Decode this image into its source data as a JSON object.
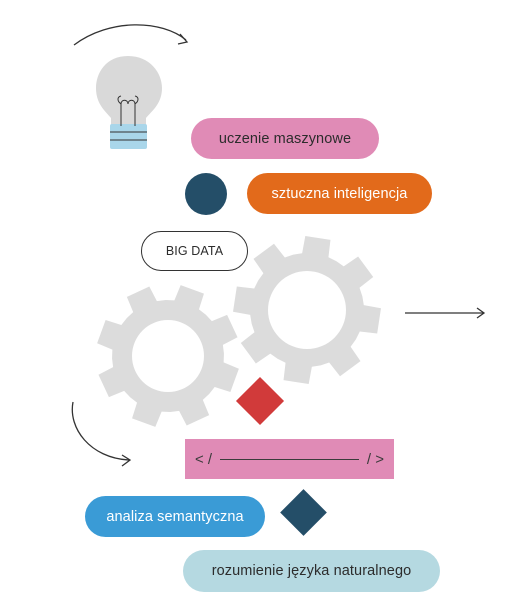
{
  "labels": {
    "machine_learning": "uczenie maszynowe",
    "ai": "sztuczna inteligencja",
    "big_data": "BIG DATA",
    "semantic_analysis": "analiza semantyczna",
    "nlu": "rozumienie języka naturalnego"
  },
  "code_bar": {
    "open": "< /",
    "close": "/ >"
  },
  "icons": {
    "bulb": "lightbulb-icon",
    "gears": "gears-icon",
    "arrow_top": "curved-arrow-icon",
    "arrow_left": "curved-arrow-icon",
    "arrow_right": "arrow-right-icon"
  },
  "colors": {
    "pink": "#e08bb6",
    "orange": "#e26a1b",
    "navy": "#244e68",
    "blue": "#3a9bd6",
    "light_blue": "#b5d9e1",
    "red": "#d13a3a",
    "gear": "#dcdcdc",
    "bulb": "#d9d9d9",
    "bulb_base": "#a9d6ea",
    "stroke": "#333333"
  }
}
